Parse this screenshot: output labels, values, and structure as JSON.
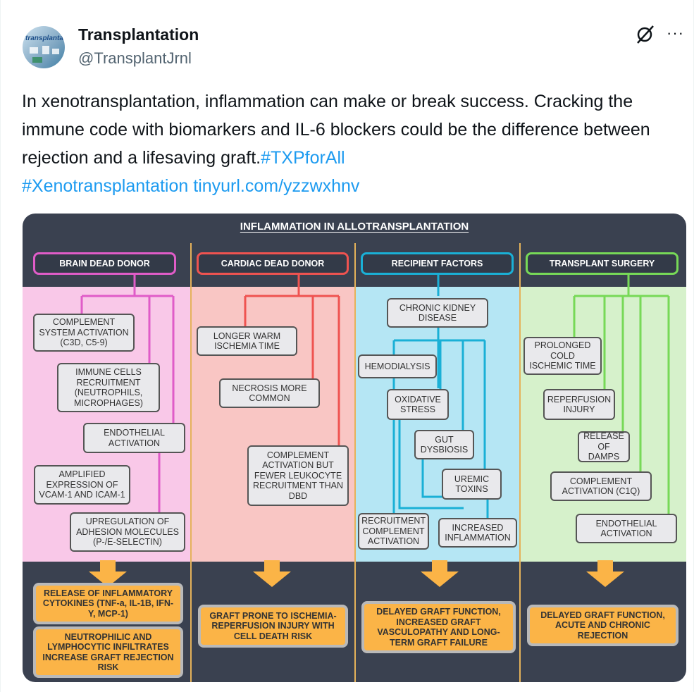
{
  "tweet": {
    "name": "Transplantation",
    "handle": "@TransplantJrnl",
    "avatar_text": "transplantation",
    "text": "In xenotransplantation, inflammation can make or break success. Cracking the immune code with biomarkers and IL-6 blockers could be the difference between rejection and a lifesaving graft.",
    "hashtag1": "#TXPforAll",
    "hashtag2": "#Xenotransplantation",
    "link": "tinyurl.com/yzzwxhnv",
    "more": "···"
  },
  "infographic": {
    "title": "INFLAMMATION IN ALLOTRANSPLANTATION",
    "columns": [
      {
        "header": "BRAIN DEAD DONOR",
        "color": "#e05cc8",
        "bg": "#f9c8e8",
        "items": [
          "COMPLEMENT SYSTEM ACTIVATION (C3d, C5-9)",
          "IMMUNE CELLS RECRUITMENT (NEUTROPHILS, MICROPHAGES)",
          "ENDOTHELIAL ACTIVATION",
          "AMPLIFIED EXPRESSION OF VCAM-1 AND ICAM-1",
          "UPREGULATION OF ADHESION MOLECULES (P-/E-SELECTIN)"
        ],
        "outcomes": [
          "RELEASE OF INFLAMMATORY CYTOKINES (TNF-a, IL-1B, IFN-Y, MCP-1)",
          "NEUTROPHILIC AND LYMPHOCYTIC INFILTRATES INCREASE GRAFT REJECTION RISK"
        ]
      },
      {
        "header": "CARDIAC DEAD DONOR",
        "color": "#ef5350",
        "bg": "#f9c6c4",
        "items": [
          "LONGER WARM ISCHEMIA TIME",
          "NECROSIS MORE COMMON",
          "COMPLEMENT ACTIVATION BUT FEWER LEUKOCYTE RECRUITMENT THAN DBD"
        ],
        "outcomes": [
          "GRAFT PRONE TO ISCHEMIA-REPERFUSION INJURY WITH CELL DEATH RISK"
        ]
      },
      {
        "header": "RECIPIENT FACTORS",
        "color": "#1ab0d6",
        "bg": "#b5e6f4",
        "items": [
          "CHRONIC KIDNEY DISEASE",
          "HEMODIALYSIS",
          "OXIDATIVE STRESS",
          "GUT DYSBIOSIS",
          "UREMIC TOXINS",
          "RECRUITMENT COMPLEMENT ACTIVATION",
          "INCREASED INFLAMMATION"
        ],
        "outcomes": [
          "DELAYED GRAFT FUNCTION, INCREASED GRAFT VASCULOPATHY AND LONG-TERM GRAFT FAILURE"
        ]
      },
      {
        "header": "TRANSPLANT SURGERY",
        "color": "#77d957",
        "bg": "#d6f1cb",
        "items": [
          "PROLONGED COLD ISCHEMIC TIME",
          "REPERFUSION INJURY",
          "RELEASE OF DAMPs",
          "COMPLEMENT ACTIVATION (c1Q)",
          "ENDOTHELIAL ACTIVATION"
        ],
        "outcomes": [
          "DELAYED GRAFT FUNCTION, ACUTE AND CHRONIC REJECTION"
        ]
      }
    ]
  }
}
